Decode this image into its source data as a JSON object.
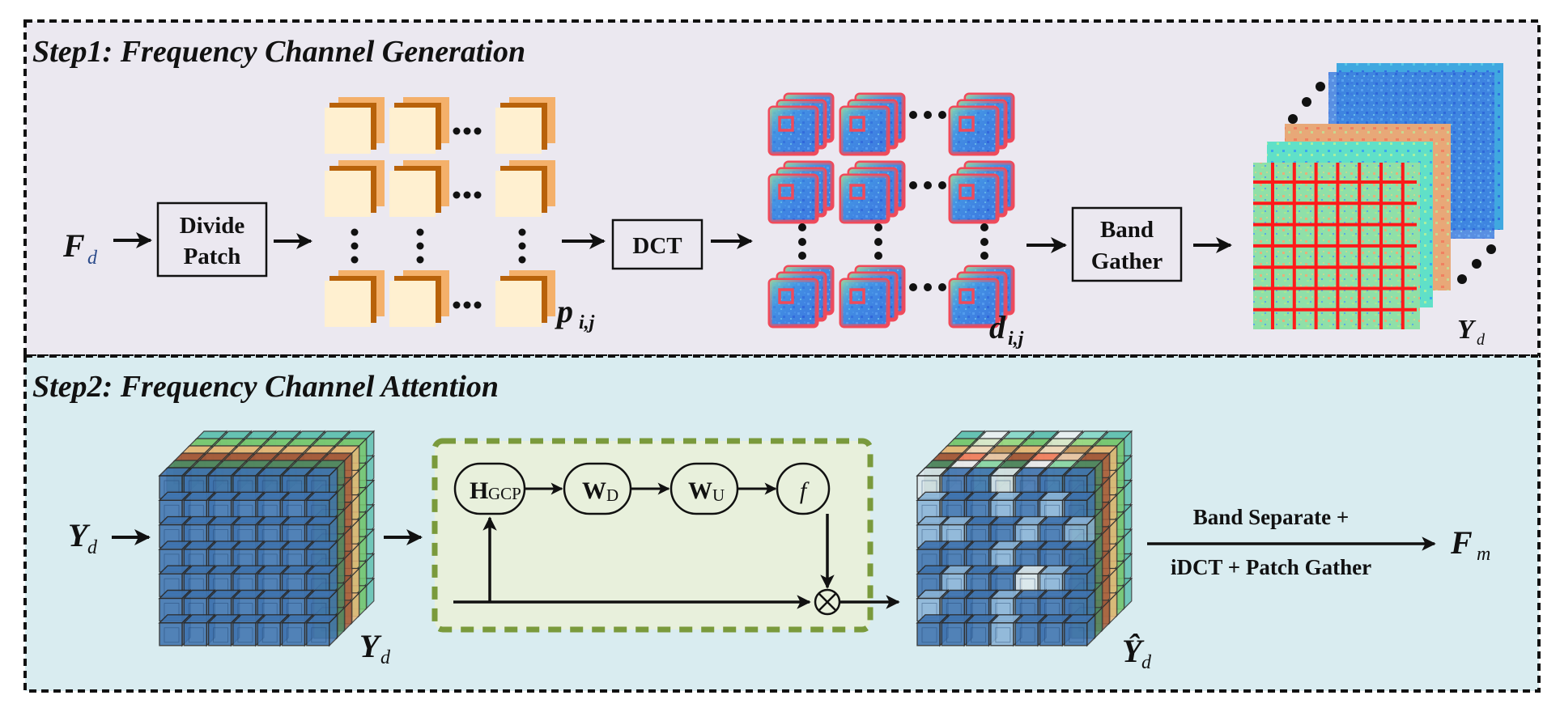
{
  "colors": {
    "step1_bg": "#ebe8f0",
    "step2_bg": "#d9ecf0",
    "attention_bg": "#e8f0dc",
    "attention_border": "#7a9a3c",
    "patch_front": "#fff0d0",
    "patch_mid": "#b8620a",
    "patch_back": "#f4b06a",
    "dct_border": "#f04a5a",
    "grid_red": "#ff1a1a",
    "cube_blue": "#3f74b0"
  },
  "step1": {
    "title": "Step1: Frequency Channel Generation",
    "input_var": {
      "main": "F",
      "sub": "d"
    },
    "divide_patch_box": {
      "line1": "Divide",
      "line2": "Patch"
    },
    "patch_label": {
      "main": "p",
      "sub": "i,j"
    },
    "dct_box": {
      "label": "DCT"
    },
    "dct_label": {
      "main": "d",
      "sub": "i,j"
    },
    "band_gather_box": {
      "line1": "Band",
      "line2": "Gather"
    },
    "output_var": {
      "main": "Y",
      "sub": "d"
    }
  },
  "step2": {
    "title": "Step2: Frequency Channel Attention",
    "input_var": {
      "main": "Y",
      "sub": "d"
    },
    "cube_label": {
      "main": "Y",
      "sub": "d"
    },
    "nodes": [
      {
        "main": "H",
        "sub": "GCP"
      },
      {
        "main": "W",
        "sub": "D"
      },
      {
        "main": "W",
        "sub": "U"
      },
      {
        "main": "f",
        "sub": ""
      }
    ],
    "multiply_symbol": "⊗",
    "output_cube_label": {
      "main": "Ŷ",
      "sub": "d"
    },
    "final_arrow": {
      "top": "Band Separate +",
      "bottom": "iDCT + Patch Gather"
    },
    "output_var": {
      "main": "F",
      "sub": "m"
    }
  }
}
